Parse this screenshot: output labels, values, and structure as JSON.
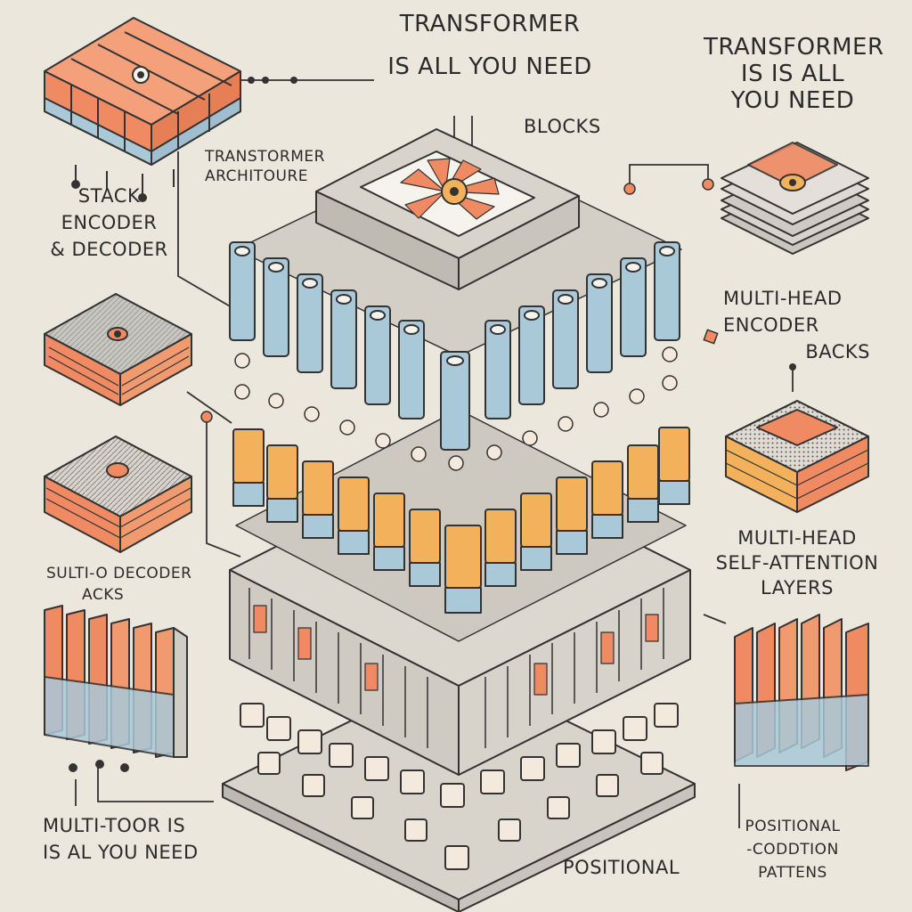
{
  "colors": {
    "background": "#ece7dd",
    "orange": "#ef8a62",
    "amber": "#f2b15a",
    "blue": "#a9c8d8",
    "gray": "#d6d3cd",
    "ink": "#2b2b2b"
  },
  "labels": {
    "title_line1": "TRANSFORMER",
    "title_line2": "IS  ALL YOU NEED",
    "top_right_line1": "TRANSFORMER",
    "top_right_line2": "IS  IS  ALL",
    "top_right_line3": "YOU NEED",
    "blocks": "BLOCKS",
    "architecture_line1": "TRANSTORMER",
    "architecture_line2": "ARCHITOURE",
    "stack_line1": "STACK",
    "stack_line2": "ENCODER",
    "stack_line3": "& DECODER",
    "multihead_encoder_line1": "MULTI-HEAD",
    "multihead_encoder_line2": "ENCODER",
    "multihead_encoder_line3": "BACKS",
    "decoder_line1": "SULTI-O DECODER",
    "decoder_line2": "ACKS",
    "self_attention_line1": "MULTI-HEAD",
    "self_attention_line2": "SELF-ATTENTION",
    "self_attention_line3": "LAYERS",
    "bottom_left_line1": "MULTI-TOOR IS",
    "bottom_left_line2": "IS AL YOU NEED",
    "positional": "POSITIONAL",
    "bottom_right_line1": "POSITIONAL",
    "bottom_right_line2": "-CODDTION",
    "bottom_right_line3": "PATTENS"
  },
  "icons": [
    "layer-stack-icon",
    "attention-node-icon",
    "token-cube-icon",
    "connector-dot-icon"
  ]
}
